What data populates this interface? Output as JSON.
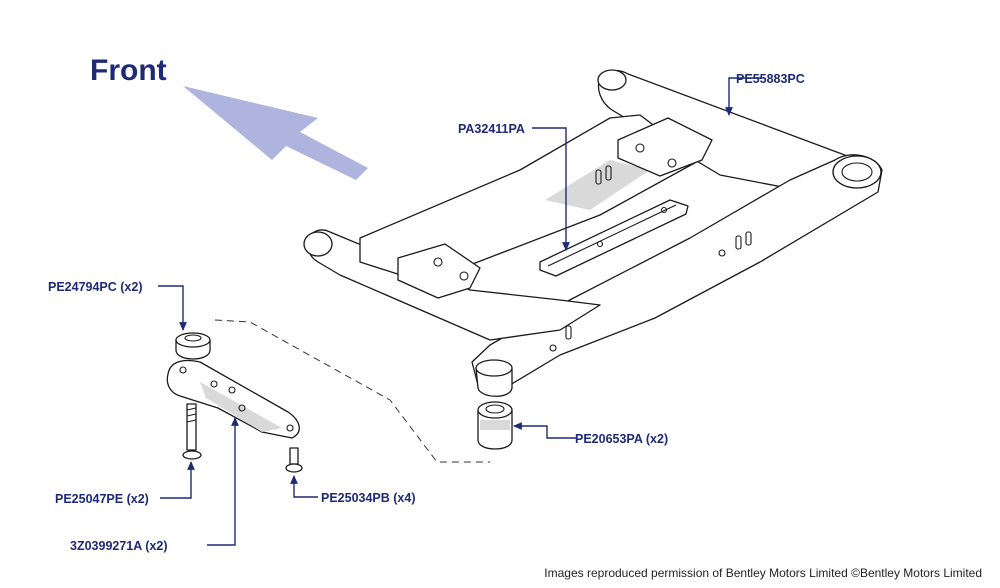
{
  "heading": {
    "text": "Front",
    "arrow_color": "#aeb4de"
  },
  "accent_color": "#1e2a78",
  "callouts": {
    "pe55883pc": "PE55883PC",
    "pa32411pa": "PA32411PA",
    "pe24794pc": "PE24794PC (x2)",
    "pe20653pa": "PE20653PA (x2)",
    "pe25047pe": "PE25047PE (x2)",
    "pe25034pb": "PE25034PB (x4)",
    "z0399271a": "3Z0399271A (x2)"
  },
  "credit": "Images reproduced permission of Bentley Motors Limited ©Bentley Motors Limited"
}
